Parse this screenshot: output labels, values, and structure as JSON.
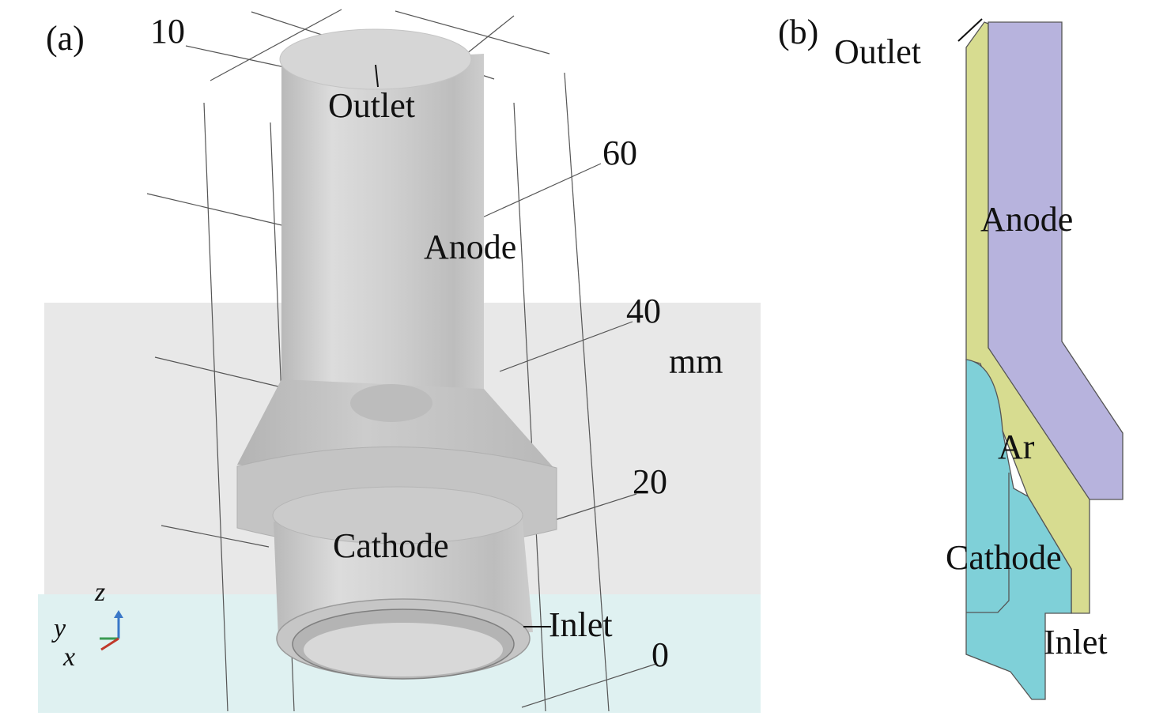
{
  "panel_a": {
    "tag": "(a)",
    "labels": {
      "outlet": "Outlet",
      "anode": "Anode",
      "cathode": "Cathode",
      "inlet": "Inlet"
    },
    "ticks": [
      "10",
      "60",
      "40",
      "20",
      "0"
    ],
    "unit": "mm",
    "axes": {
      "z": "z",
      "y": "y",
      "x": "x"
    }
  },
  "panel_b": {
    "tag": "(b)",
    "labels": {
      "outlet": "Outlet",
      "anode": "Anode",
      "ar": "Ar",
      "cathode": "Cathode",
      "inlet": "Inlet"
    }
  },
  "colors": {
    "anode_region": "#b7b3dd",
    "gas_region": "#d7dc90",
    "cathode_region": "#7fd0d8",
    "metal": "#c9c9c9",
    "background_plane": "#e8e8e8",
    "floor_plane": "#dff1f1"
  }
}
